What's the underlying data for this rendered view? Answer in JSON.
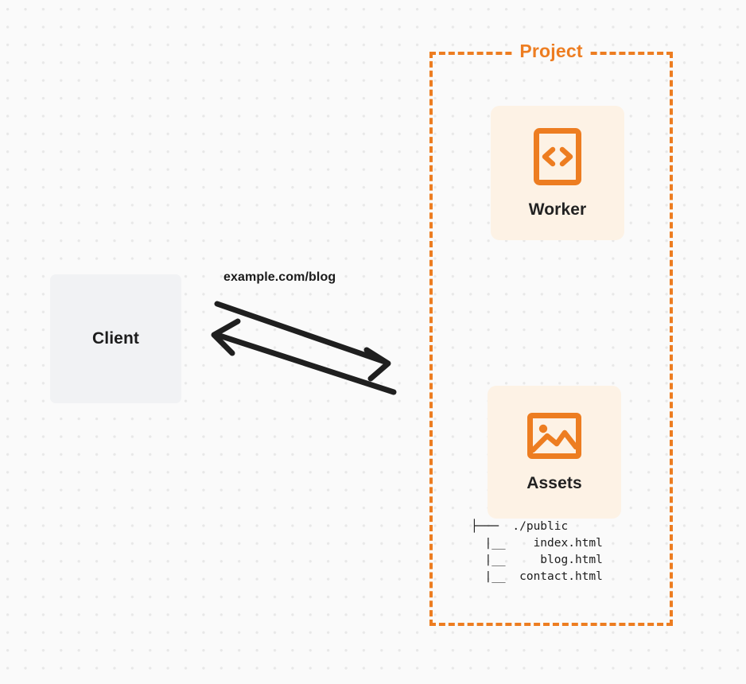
{
  "diagram": {
    "title": "Client to Project Worker and Assets request flow",
    "background_color": "#fafafa",
    "accent_color": "#ed7d21",
    "card_background_color": "#fdf2e5",
    "client_background_color": "#f1f2f4"
  },
  "client": {
    "label": "Client"
  },
  "connection": {
    "label": "example.com/blog",
    "request_arrow_name": "request-arrow",
    "response_arrow_name": "response-arrow",
    "arrow_color": "#1f1f1f"
  },
  "project": {
    "label": "Project",
    "cards": [
      {
        "id": "worker",
        "label": "Worker",
        "icon": "code-brackets-icon"
      },
      {
        "id": "assets",
        "label": "Assets",
        "icon": "image-icon"
      }
    ],
    "file_tree": {
      "lines": [
        "├───  ./public",
        "  |__    index.html",
        "  |__     blog.html",
        "  |__  contact.html"
      ],
      "text": "├───  ./public\n  |__    index.html\n  |__     blog.html\n  |__  contact.html"
    }
  }
}
